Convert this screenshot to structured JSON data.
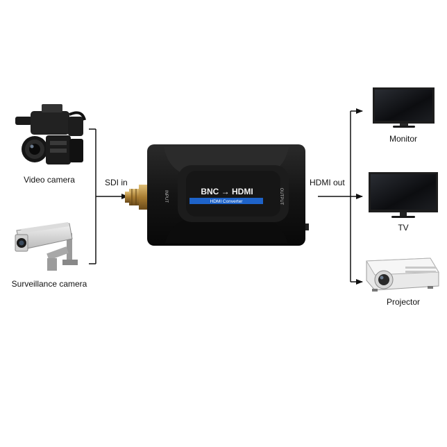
{
  "sources": {
    "video_camera": "Video camera",
    "surveillance_camera": "Surveillance camera"
  },
  "input_label": "SDI in",
  "output_label": "HDMI out",
  "converter": {
    "title": "BNC → HDMI",
    "subtitle": "HDMI Converter",
    "input_port": "INPUT",
    "output_port": "OUTPUT"
  },
  "destinations": {
    "monitor": "Monitor",
    "tv": "TV",
    "projector": "Projector"
  },
  "colors": {
    "device_body": "#141414",
    "device_face": "#1e1e1e",
    "badge": "#1e63c9",
    "connector": "#b58a3c",
    "line": "#111111"
  }
}
